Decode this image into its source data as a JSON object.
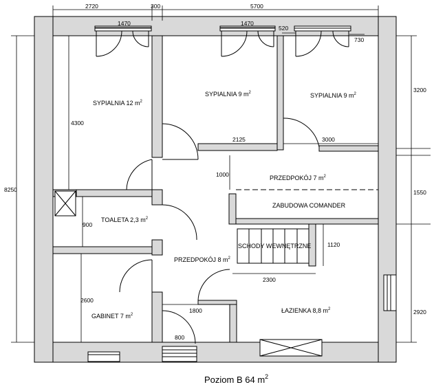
{
  "caption": {
    "text": "Poziom B  64 m",
    "sup": "2"
  },
  "rooms": {
    "sypialnia_left": {
      "label": "SYPIALNIA 12 m",
      "sup": "2"
    },
    "sypialnia_mid": {
      "label": "SYPIALNIA 9 m",
      "sup": "2"
    },
    "sypialnia_right": {
      "label": "SYPIALNIA 9 m",
      "sup": "2"
    },
    "przedpokoj_top": {
      "label": "PRZEDPOKÓJ 7 m",
      "sup": "2"
    },
    "zabudowa": {
      "label": "ZABUDOWA COMANDER"
    },
    "toaleta": {
      "label": "TOALETA  2,3 m",
      "sup": "2"
    },
    "schody": {
      "label": "SCHODY WEWNĘTRZNE"
    },
    "przedpokoj_bottom": {
      "label": "PRZEDPOKÓJ 8 m",
      "sup": "2"
    },
    "gabinet": {
      "label": "GABINET 7 m",
      "sup": "2"
    },
    "lazienka": {
      "label": "ŁAZIENKA  8,8 m",
      "sup": "2"
    }
  },
  "dimensions": {
    "top_2720": "2720",
    "top_300": "300",
    "top_5700": "5700",
    "win_1470_a": "1470",
    "win_1470_b": "1470",
    "d_520": "520",
    "d_730": "730",
    "left_8250": "8250",
    "d_4300": "4300",
    "d_2125": "2125",
    "d_3000": "3000",
    "right_3200": "3200",
    "d_1000": "1000",
    "right_1550": "1550",
    "d_900": "900",
    "d_1120": "1120",
    "d_2300": "2300",
    "d_2600": "2600",
    "d_1800": "1800",
    "right_2920": "2920",
    "d_800": "800"
  }
}
